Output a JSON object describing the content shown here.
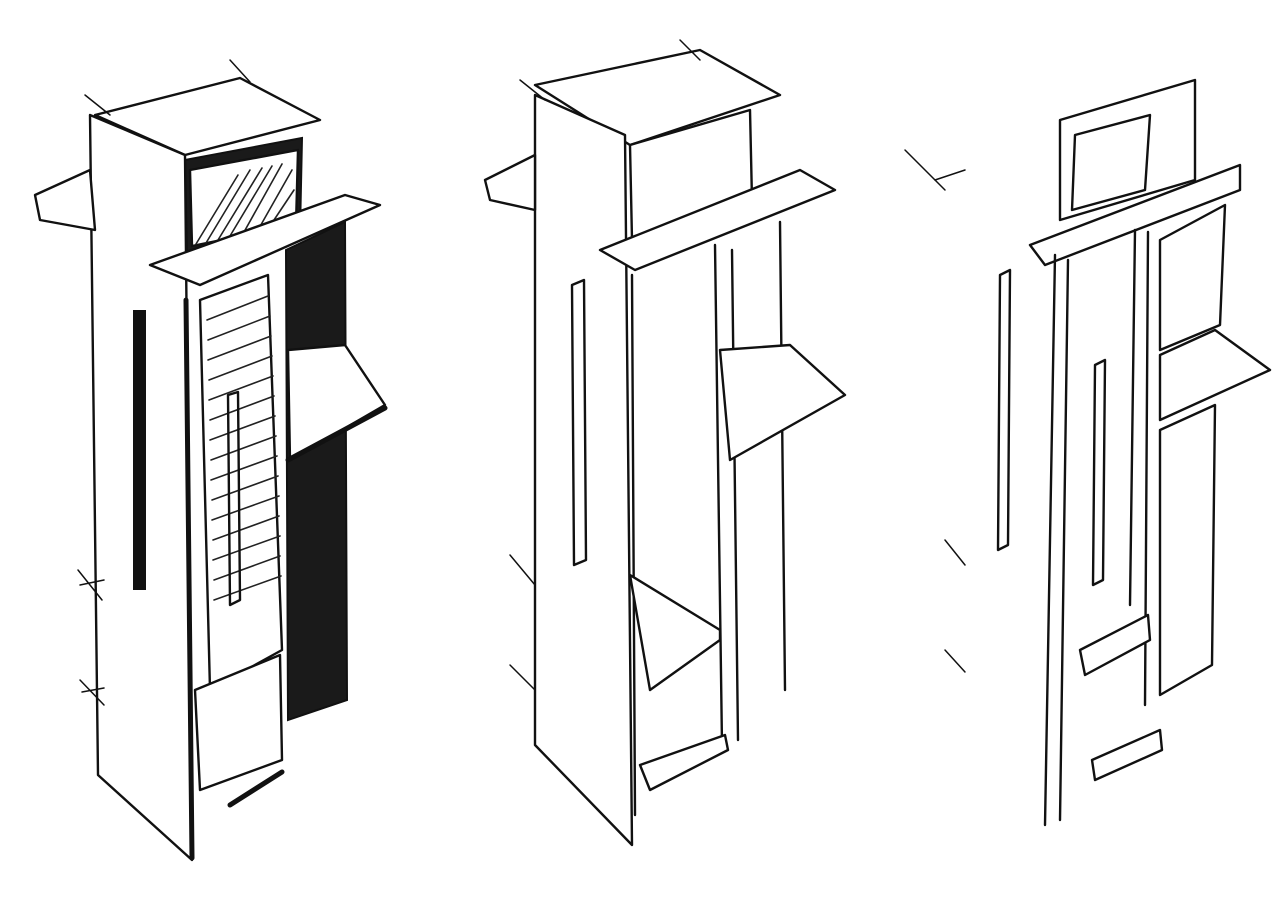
{
  "figure": {
    "drawings": [
      {
        "id": "sketch-1",
        "style": "shaded"
      },
      {
        "id": "sketch-2",
        "style": "outline"
      },
      {
        "id": "sketch-3",
        "style": "exploded"
      }
    ],
    "colors": {
      "ink": "#111111",
      "paper": "#ffffff",
      "shadow": "#1a1a1a"
    }
  }
}
